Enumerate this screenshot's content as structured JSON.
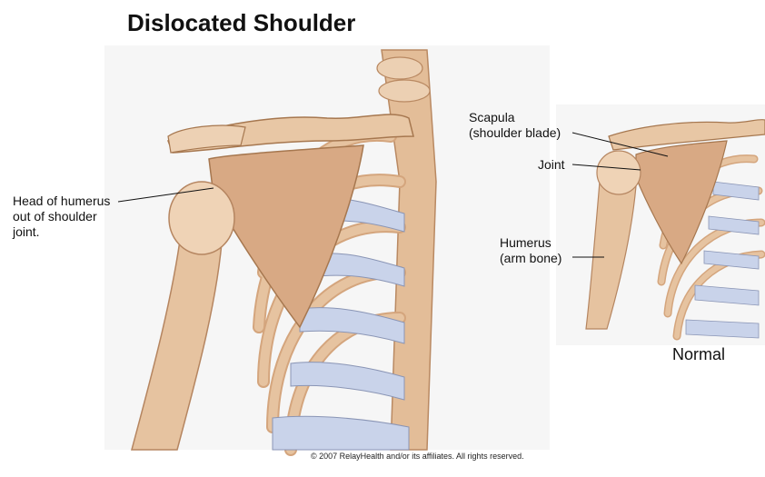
{
  "title": "Dislocated Shoulder",
  "labels": {
    "humerus_head": [
      "Head of humerus",
      "out of shoulder",
      "joint."
    ],
    "scapula": [
      "Scapula",
      "(shoulder blade)"
    ],
    "joint": "Joint",
    "humerus": [
      "Humerus",
      "(arm bone)"
    ]
  },
  "caption_normal": "Normal",
  "copyright": "© 2007 RelayHealth and/or its affiliates.  All rights reserved.",
  "colors": {
    "bone": "#e6c3a0",
    "bone_shadow": "#c99a72",
    "cartilage": "#c9d3ea",
    "background_panel": "#f3f3f3"
  }
}
